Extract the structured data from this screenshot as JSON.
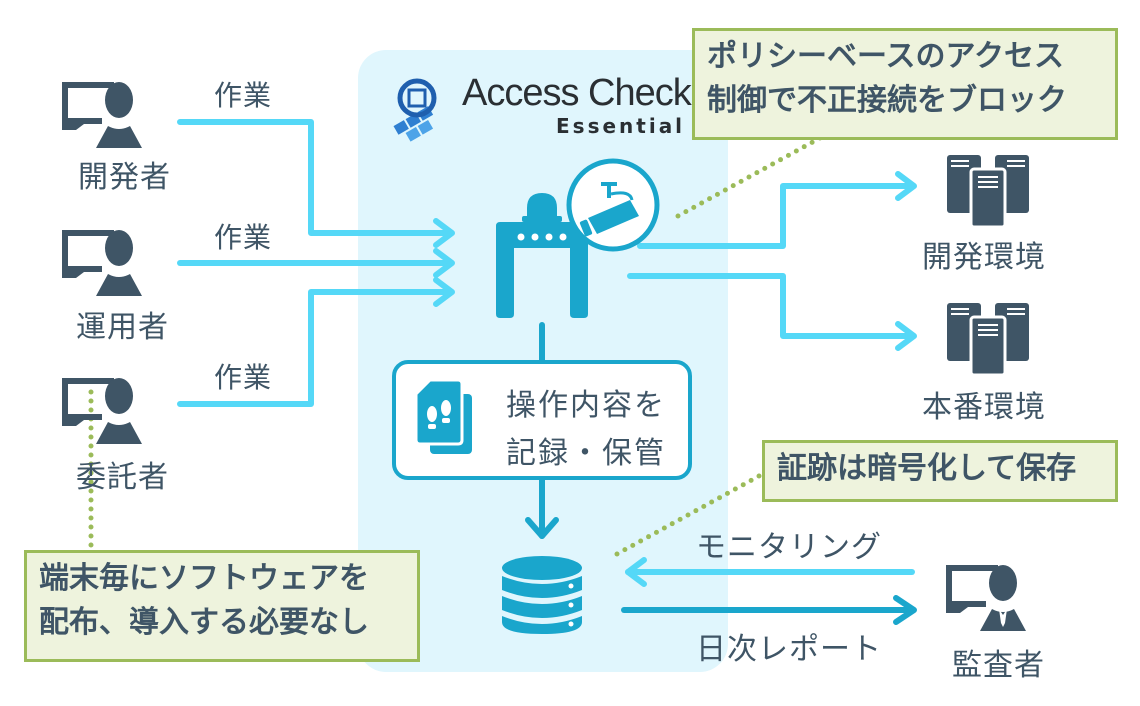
{
  "product": {
    "name": "Access Check",
    "edition": "Essential"
  },
  "users": [
    {
      "label": "開発者",
      "action": "作業"
    },
    {
      "label": "運用者",
      "action": "作業"
    },
    {
      "label": "委託者",
      "action": "作業"
    }
  ],
  "environments": [
    {
      "label": "開発環境"
    },
    {
      "label": "本番環境"
    }
  ],
  "record": {
    "line1": "操作内容を",
    "line2": "記録・保管"
  },
  "auditor": {
    "label": "監査者",
    "monitoring": "モニタリング",
    "daily_report": "日次レポート"
  },
  "callouts": {
    "policy_line1": "ポリシーベースのアクセス",
    "policy_line2": "制御で不正接続をブロック",
    "encryption": "証跡は暗号化して保存",
    "no_install_line1": "端末毎にソフトウェアを",
    "no_install_line2": "配布、導入する必要なし"
  },
  "colors": {
    "panel_bg": "#e0f6fd",
    "arrow_light": "#55d8f7",
    "accent_blue": "#1aa6cc",
    "icon_dark": "#3f5566",
    "callout_bg": "#eef3dd",
    "callout_border": "#9bbb59"
  }
}
